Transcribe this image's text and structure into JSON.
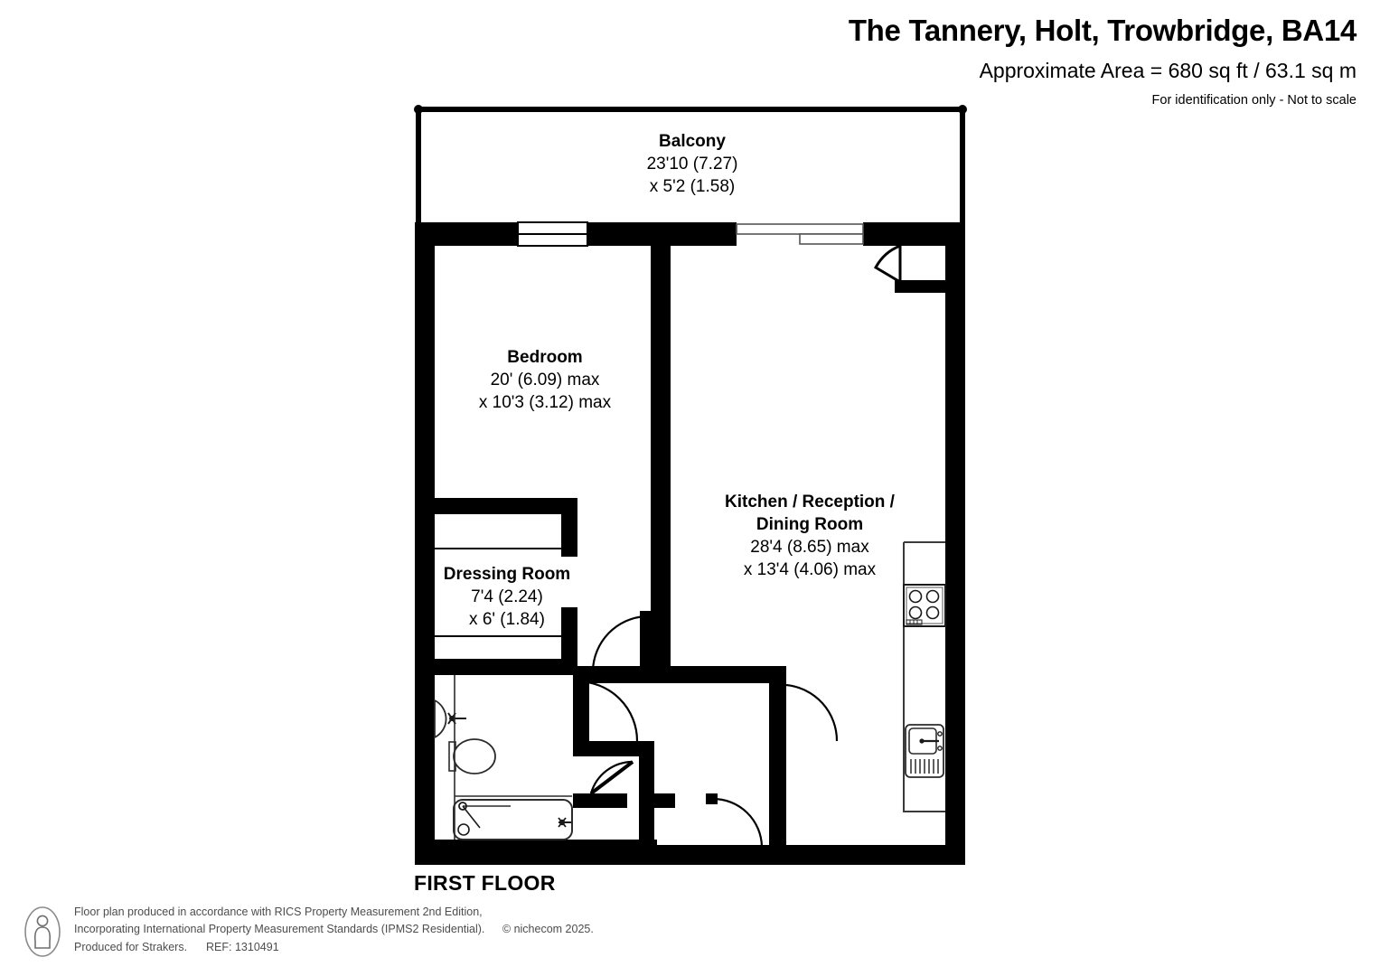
{
  "header": {
    "title": "The Tannery, Holt, Trowbridge, BA14",
    "area": "Approximate Area = 680 sq ft / 63.1 sq m",
    "disclaimer": "For identification only - Not to scale"
  },
  "floor_caption": "FIRST FLOOR",
  "rooms": [
    {
      "key": "balcony",
      "name": "Balcony",
      "dim_line1": "23'10 (7.27)",
      "dim_line2": "x 5'2 (1.58)"
    },
    {
      "key": "bedroom",
      "name": "Bedroom",
      "dim_line1": "20' (6.09) max",
      "dim_line2": "x 10'3 (3.12) max"
    },
    {
      "key": "kitchen",
      "name_line1": "Kitchen / Reception /",
      "name_line2": "Dining Room",
      "dim_line1": "28'4 (8.65) max",
      "dim_line2": "x 13'4 (4.06) max"
    },
    {
      "key": "dressing",
      "name": "Dressing Room",
      "dim_line1": "7'4 (2.24)",
      "dim_line2": "x 6' (1.84)"
    }
  ],
  "footer": {
    "line1": "Floor plan produced in accordance with RICS Property Measurement 2nd Edition,",
    "line2": "Incorporating International Property Measurement Standards (IPMS2 Residential).",
    "copyright": "© nichecom 2025.",
    "line3": "Produced for Strakers.",
    "reference": "REF: 1310491"
  },
  "colors": {
    "wall": "#000000",
    "background": "#ffffff",
    "fixture_stroke": "#2b2b2b",
    "footer_text": "#4d4d4d"
  },
  "fixtures": [
    {
      "name": "hob",
      "room": "kitchen",
      "burners": 4
    },
    {
      "name": "sink",
      "room": "kitchen"
    },
    {
      "name": "wash-basin",
      "room": "bathroom"
    },
    {
      "name": "toilet",
      "room": "bathroom"
    },
    {
      "name": "bathtub",
      "room": "bathroom"
    },
    {
      "name": "wardrobe",
      "room": "dressing"
    }
  ]
}
